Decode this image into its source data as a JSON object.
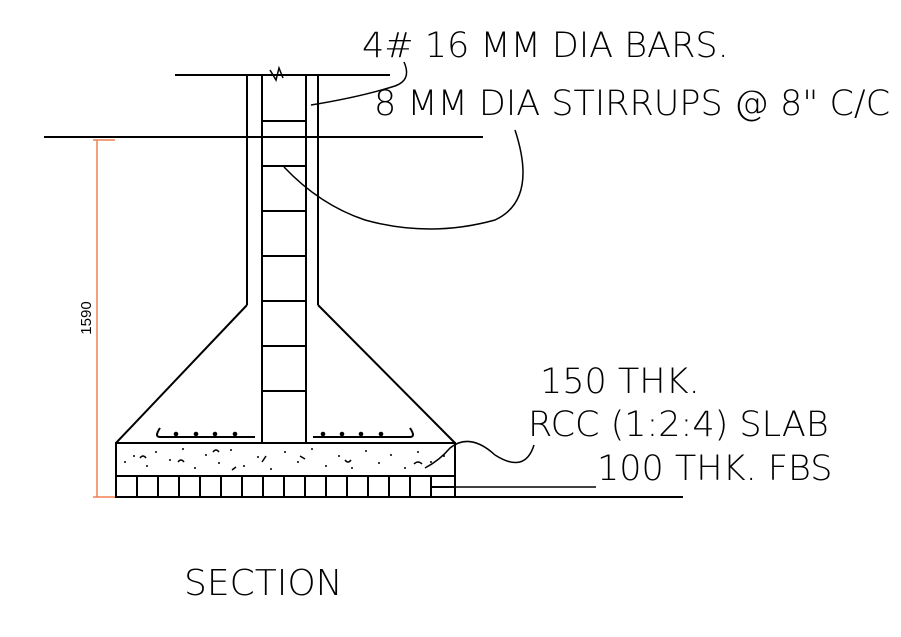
{
  "labels": {
    "bars": "4# 16 MM DIA BARS.",
    "stirrups": "8 MM DIA STIRRUPS @ 8\" C/C",
    "slab_thk": "150 THK.",
    "slab_mix": "RCC (1:2:4) SLAB",
    "fbs": "100 THK. FBS",
    "section_title": "SECTION"
  },
  "dimension": {
    "value": "1590"
  },
  "colors": {
    "line": "#000000",
    "dimension": "#f08050",
    "background": "#ffffff"
  }
}
